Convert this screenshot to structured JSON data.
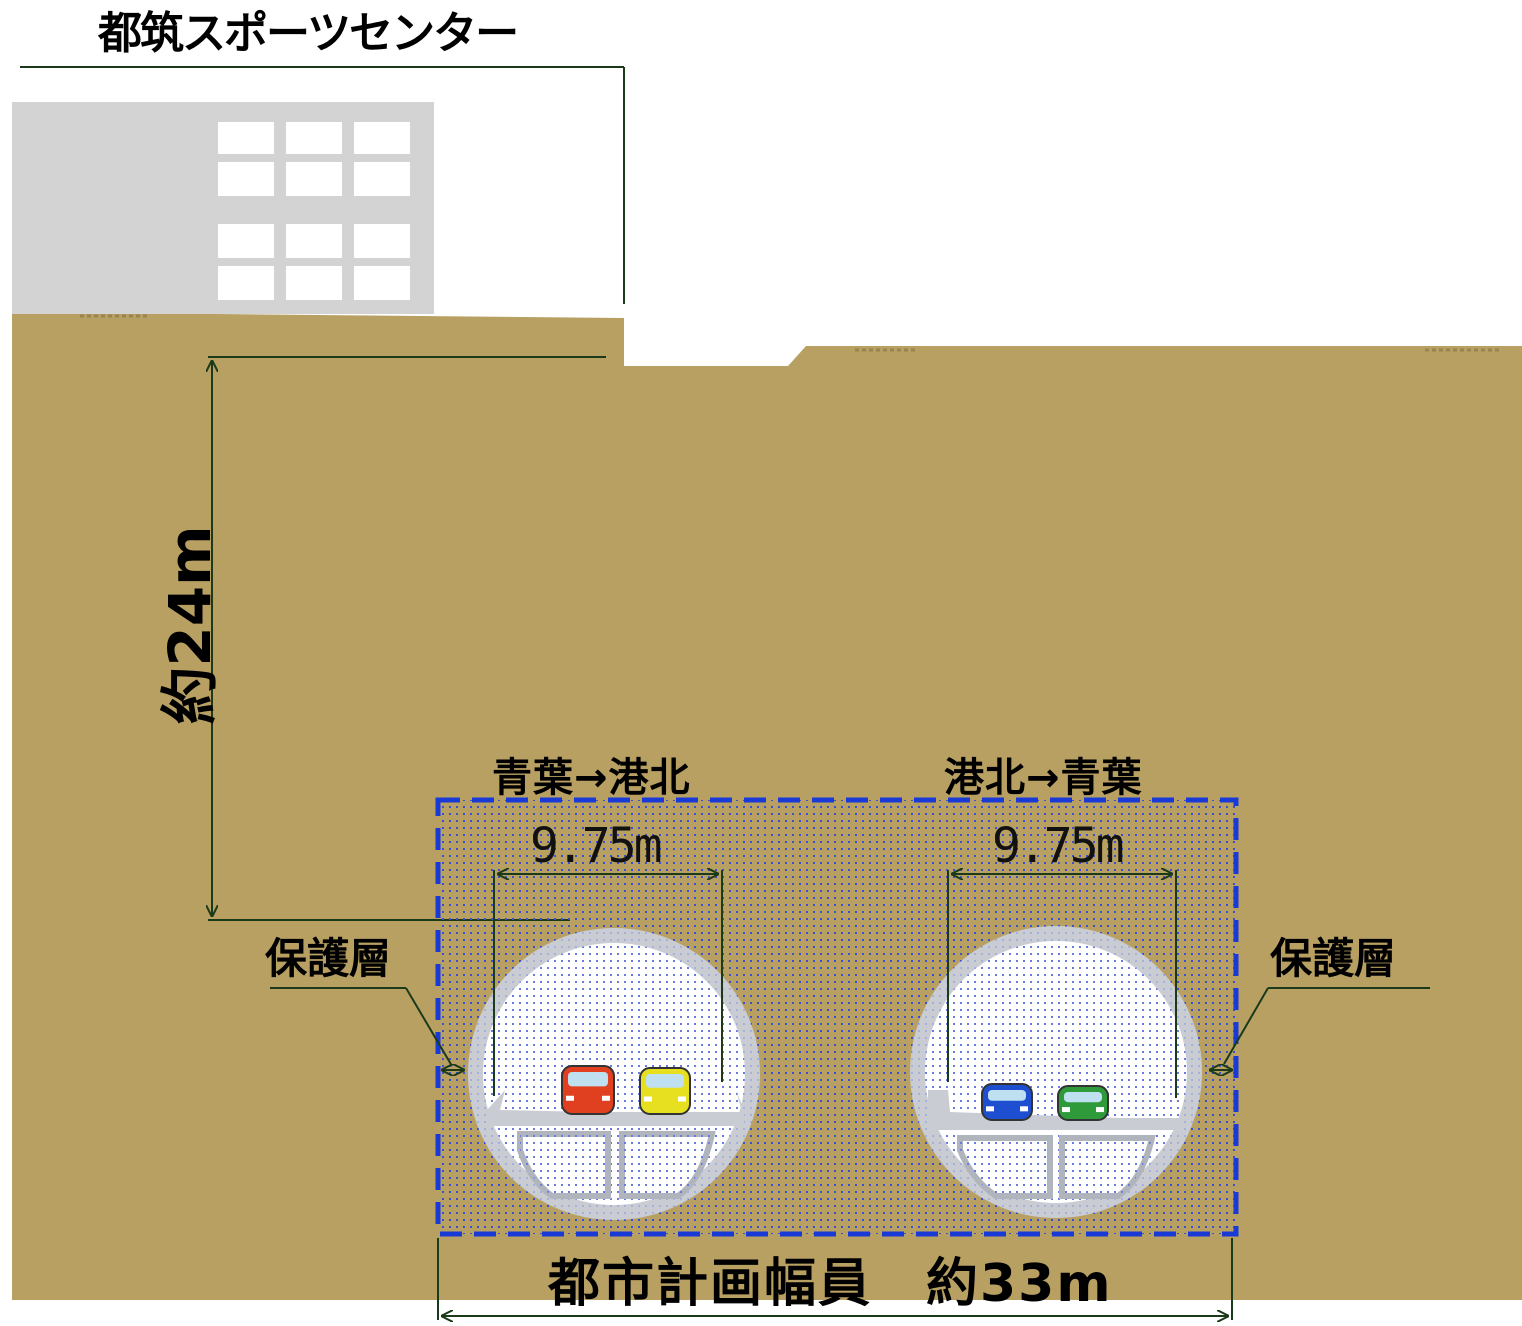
{
  "building": {
    "name": "都筑スポーツセンター"
  },
  "depth": {
    "label": "約24m"
  },
  "tunnels": [
    {
      "direction": "青葉→港北",
      "lane_width": "9.75m",
      "cars": [
        {
          "color": "#e04020"
        },
        {
          "color": "#e6e020"
        }
      ]
    },
    {
      "direction": "港北→青葉",
      "lane_width": "9.75m",
      "cars": [
        {
          "color": "#1d4fd0"
        },
        {
          "color": "#2e9a3a"
        }
      ]
    }
  ],
  "protective_layer": {
    "left_label": "保護層",
    "right_label": "保護層"
  },
  "urban_plan": {
    "label": "都市計画幅員　約33m"
  },
  "colors": {
    "soil": "#b8a062",
    "building": "#d3d3d3",
    "dimension_line": "#1a3a1a",
    "zone_border": "#1a3ad8",
    "zone_dots": "#3b4fd0",
    "tunnel_lining": "#c9ccd2"
  }
}
